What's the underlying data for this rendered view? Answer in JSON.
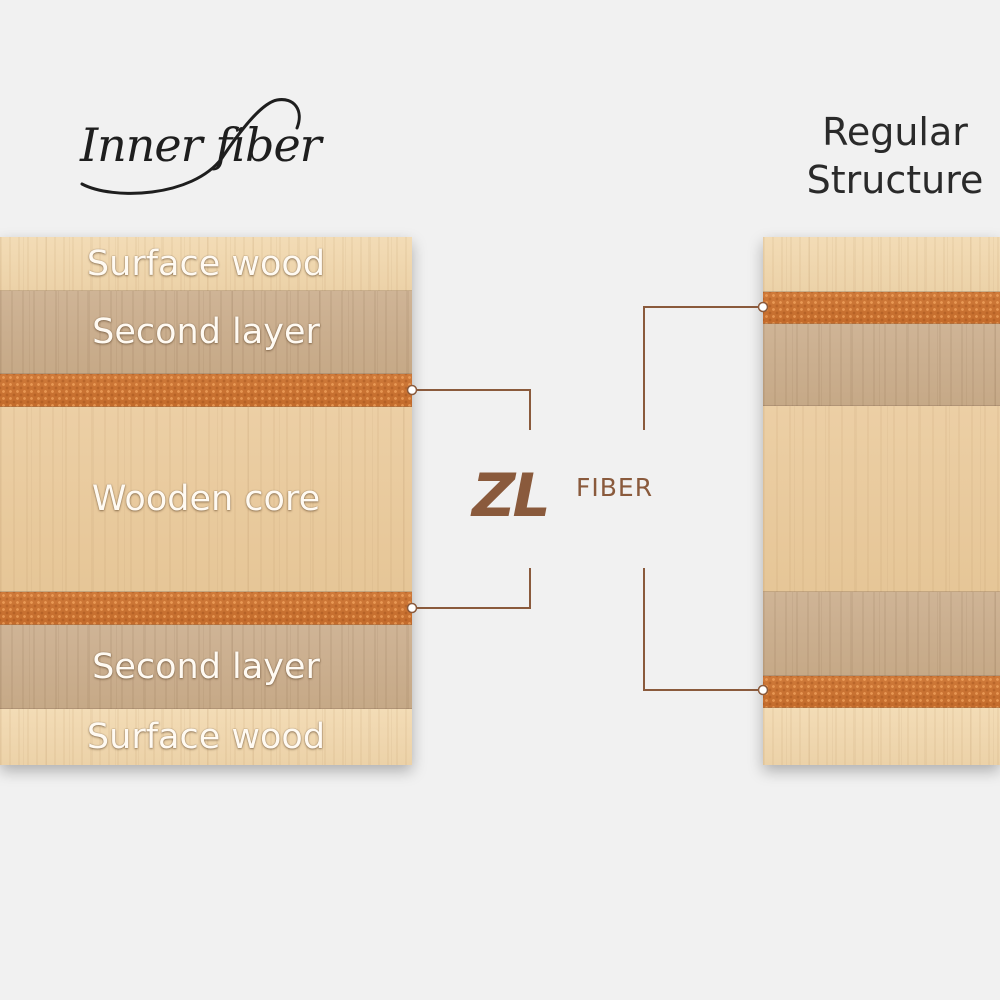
{
  "logo": {
    "text": "Inner fiber"
  },
  "regular_structure": {
    "line1": "Regular",
    "line2": "Structure"
  },
  "inner_fiber_board": {
    "layers": [
      {
        "label": "Surface wood"
      },
      {
        "label": "Second layer"
      },
      {
        "label": ""
      },
      {
        "label": "Wooden core"
      },
      {
        "label": ""
      },
      {
        "label": "Second layer"
      },
      {
        "label": "Surface wood"
      }
    ]
  },
  "center_logo": {
    "mark": "ZL",
    "word": "FIBER"
  },
  "colors": {
    "background": "#f1f1f1",
    "fiber_layer": "#c97234",
    "connector_line": "#8a5a3c",
    "logo_brown": "#8a5a3c"
  }
}
